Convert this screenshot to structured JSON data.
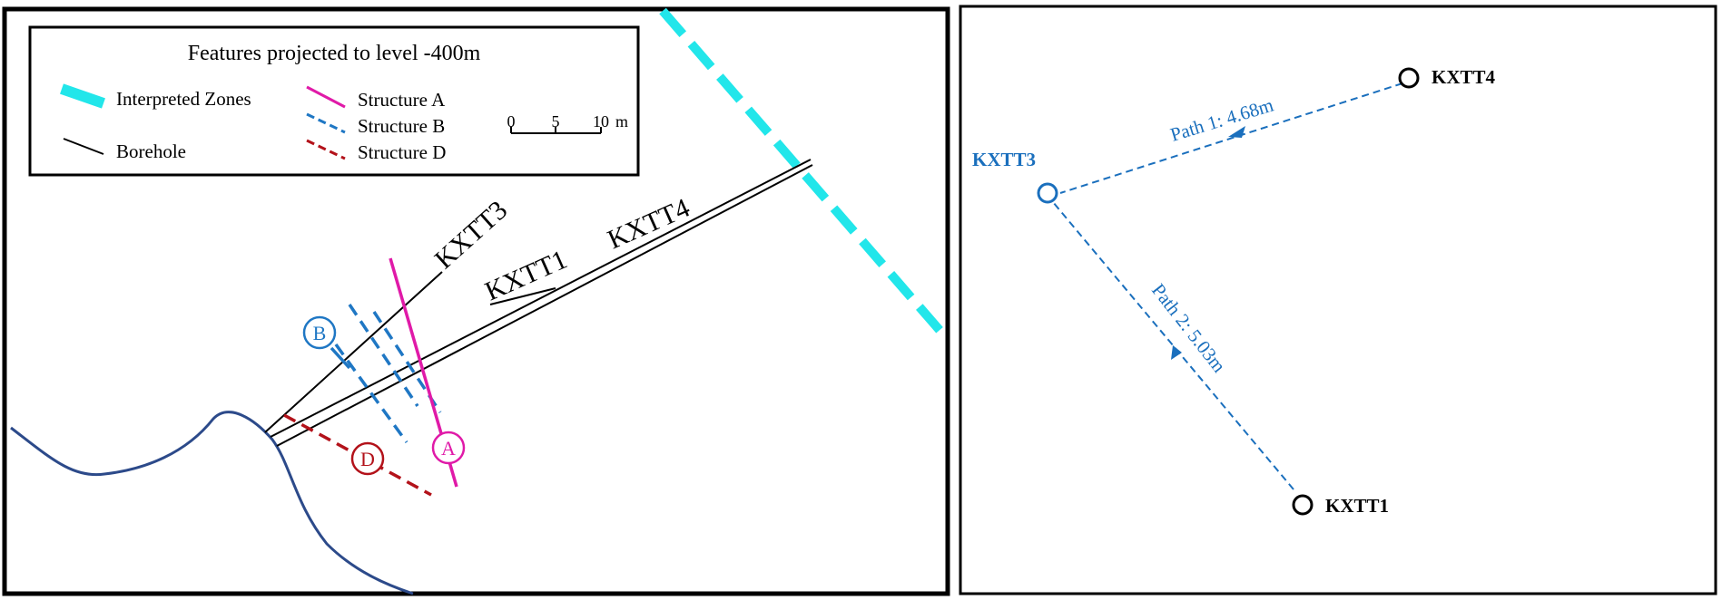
{
  "left_panel": {
    "legend": {
      "title": "Features projected to level -400m",
      "items": {
        "interpreted_zones": "Interpreted Zones",
        "borehole": "Borehole",
        "structure_a": "Structure A",
        "structure_b": "Structure B",
        "structure_d": "Structure D"
      },
      "scale_ticks": [
        "0",
        "5",
        "10"
      ],
      "scale_unit": "m"
    },
    "boreholes": [
      "KXTT3",
      "KXTT1",
      "KXTT4"
    ],
    "structure_markers": {
      "a": "A",
      "b": "B",
      "d": "D"
    }
  },
  "right_panel": {
    "nodes": {
      "kxtt4": "KXTT4",
      "kxtt3": "KXTT3",
      "kxtt1": "KXTT1"
    },
    "paths": {
      "path1": "Path 1: 4.68m",
      "path2": "Path 2: 5.03m"
    }
  },
  "colors": {
    "interpreted_zones": "#22e6ea",
    "structure_a": "#e01aa8",
    "structure_b": "#1f77c4",
    "structure_d": "#b3121a",
    "outline": "#2c4a8a",
    "path_blue": "#1a6fbd",
    "frame": "#000000"
  }
}
